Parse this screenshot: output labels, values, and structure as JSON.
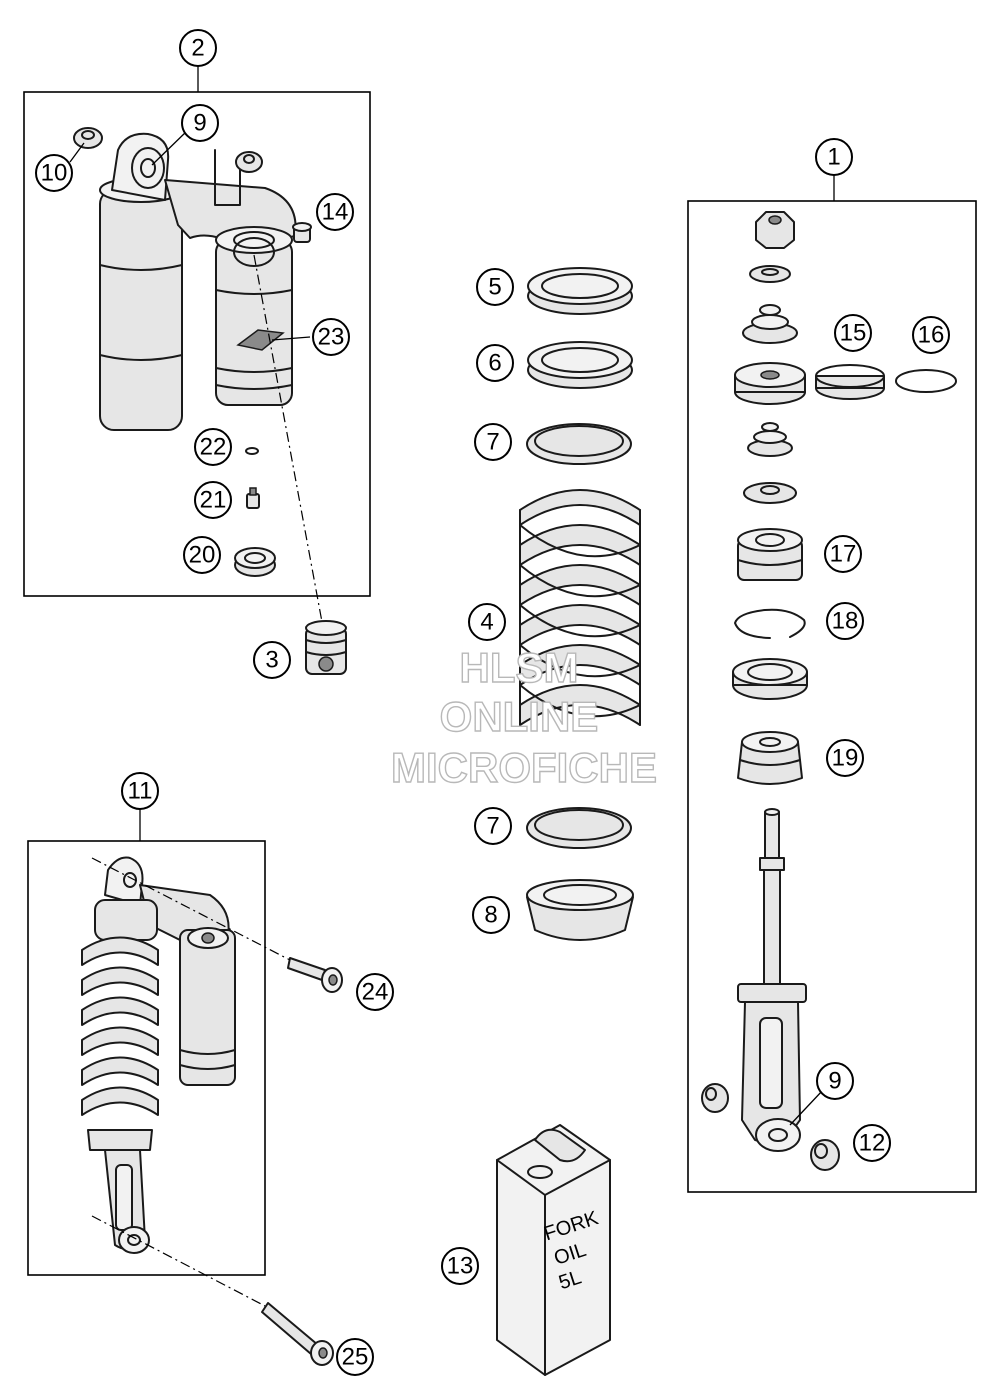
{
  "callouts": {
    "c1": "1",
    "c2": "2",
    "c3": "3",
    "c4": "4",
    "c5": "5",
    "c6": "6",
    "c7a": "7",
    "c7b": "7",
    "c8": "8",
    "c9a": "9",
    "c9b": "9",
    "c10": "10",
    "c11": "11",
    "c12": "12",
    "c13": "13",
    "c14": "14",
    "c15": "15",
    "c16": "16",
    "c17": "17",
    "c18": "18",
    "c19": "19",
    "c20": "20",
    "c21": "21",
    "c22": "22",
    "c23": "23",
    "c24": "24",
    "c25": "25"
  },
  "oil_can": {
    "line1": "FORK",
    "line2": "OIL",
    "line3": "5L"
  },
  "watermark": {
    "line1": "HLSM",
    "line2": "ONLINE",
    "line3": "MICROFICHE"
  },
  "colors": {
    "line": "#1a1a1a",
    "part_fill": "#e6e6e6",
    "watermark_stroke": "#b8b8b8"
  }
}
